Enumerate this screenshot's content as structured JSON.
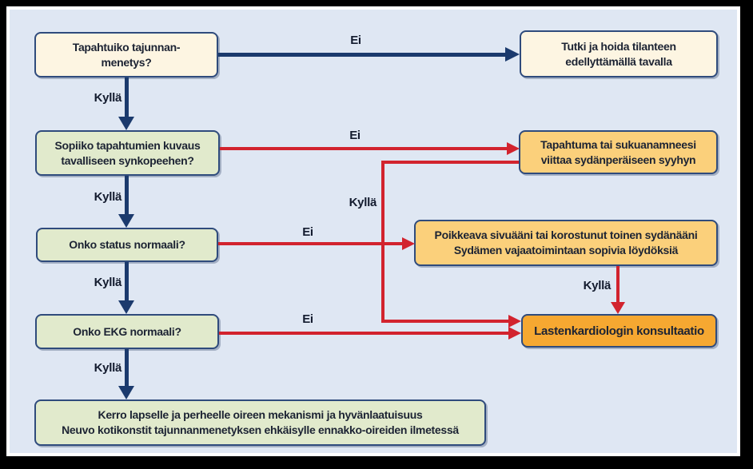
{
  "palette": {
    "frame": "#000000",
    "inner_border": "#ffffff",
    "background": "#dfe7f3",
    "navy_arrow": "#1b3a6d",
    "red_arrow": "#d2232e",
    "box_border": "#2f4b7c",
    "fill_cream": "#fdf5e2",
    "fill_green": "#e1eacc",
    "fill_orange": "#fbd07b",
    "fill_orange_dark": "#f6a831",
    "text": "#1c2333"
  },
  "labels": {
    "yes": "Kyllä",
    "no": "Ei"
  },
  "boxes": {
    "q_loss_of_consciousness": {
      "lines": [
        "Tapahtuiko tajunnan-",
        "menetys?"
      ]
    },
    "treat_accordingly": {
      "lines": [
        "Tutki ja hoida tilanteen",
        "edellyttämällä tavalla"
      ]
    },
    "q_typical_syncope": {
      "lines": [
        "Sopiiko tapahtumien kuvaus",
        "tavalliseen synkopeehen?"
      ]
    },
    "cardiac_suspicion": {
      "lines": [
        "Tapahtuma tai sukuanamneesi",
        "viittaa sydänperäiseen syyhyn"
      ]
    },
    "q_status_normal": {
      "lines": [
        "Onko status normaali?"
      ]
    },
    "abnormal_findings": {
      "lines": [
        "Poikkeava sivuääni tai korostunut toinen sydänääni",
        "Sydämen vajaatoimintaan sopivia löydöksiä"
      ]
    },
    "q_ekg_normal": {
      "lines": [
        "Onko EKG normaali?"
      ]
    },
    "cardiology_consult": {
      "lines": [
        "Lastenkardiologin konsultaatio"
      ]
    },
    "reassure_advise": {
      "lines": [
        "Kerro lapselle ja perheelle oireen mekanismi ja hyvänlaatuisuus",
        "Neuvo kotikonstit tajunnanmenetyksen ehkäisylle ennakko-oireiden ilmetessä"
      ]
    }
  }
}
